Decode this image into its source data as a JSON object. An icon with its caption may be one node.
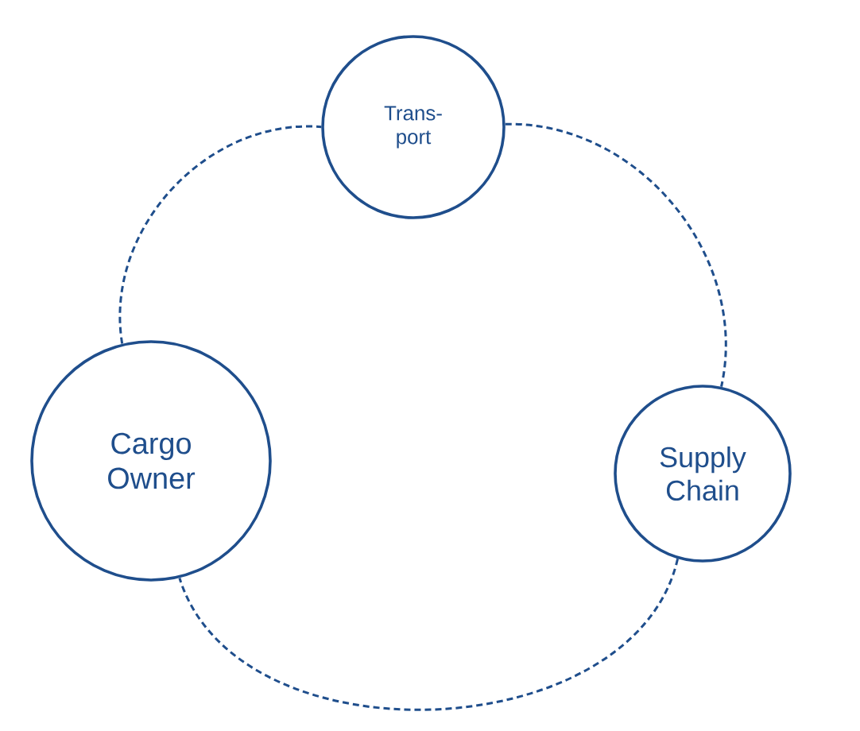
{
  "diagram": {
    "nodes": [
      {
        "text": [
          "Trans- port"
        ]
      },
      {
        "text": [
          "Cargo Owner"
        ]
      },
      {
        "text": [
          "Supply Chain"
        ]
      }
    ],
    "edges": [
      {
        "from": 0,
        "to": 2,
        "arrow": "none",
        "style": "dashed"
      },
      {
        "from": 2,
        "to": 1,
        "arrow": "none",
        "style": "dashed"
      },
      {
        "from": 1,
        "to": 0,
        "arrow": "none",
        "style": "dashed"
      }
    ]
  }
}
